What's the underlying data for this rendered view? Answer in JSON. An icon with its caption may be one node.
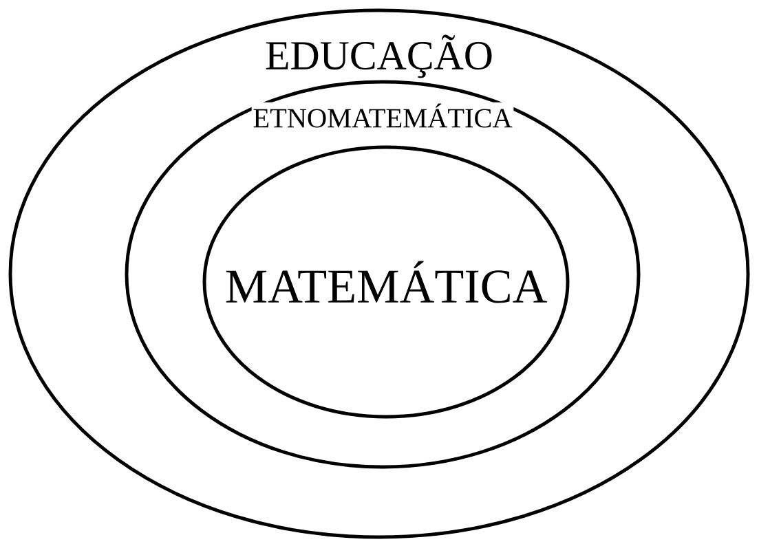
{
  "diagram": {
    "nodes": [
      {
        "text": [
          "EDUCAÇÃO"
        ]
      },
      {
        "text": [
          "ETNOMATEMÁTICA"
        ],
        "in": 0
      },
      {
        "text": [
          "MATEMÁTICA"
        ],
        "in": 1
      }
    ]
  }
}
